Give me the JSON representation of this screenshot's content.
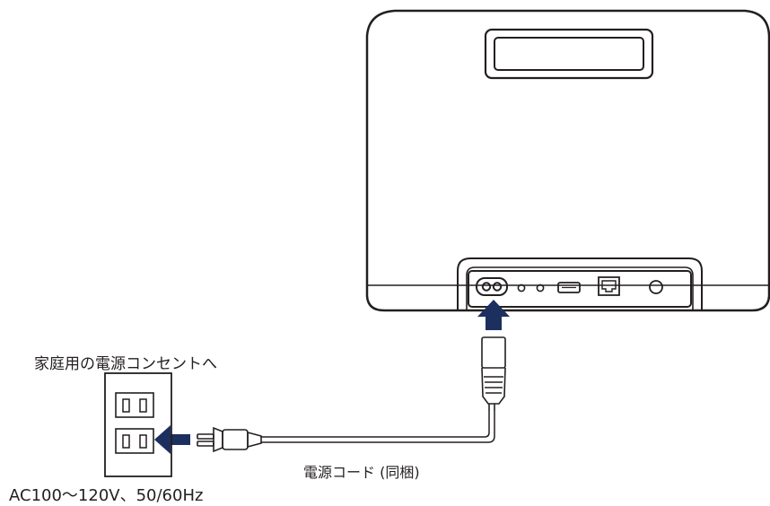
{
  "labels": {
    "outlet": "家庭用の電源コンセントへ",
    "cord": "電源コード (同梱)",
    "voltage": "AC100〜120V、50/60Hz"
  },
  "parts": {
    "speaker": "speaker-rear-view",
    "ports": [
      "power-inlet",
      "aux-jack",
      "service-jack",
      "usb-port",
      "ethernet-port",
      "button"
    ],
    "arrows": [
      "arrow-up",
      "arrow-left"
    ]
  },
  "colors": {
    "line": "#231f20",
    "arrow": "#1c2f5e"
  }
}
